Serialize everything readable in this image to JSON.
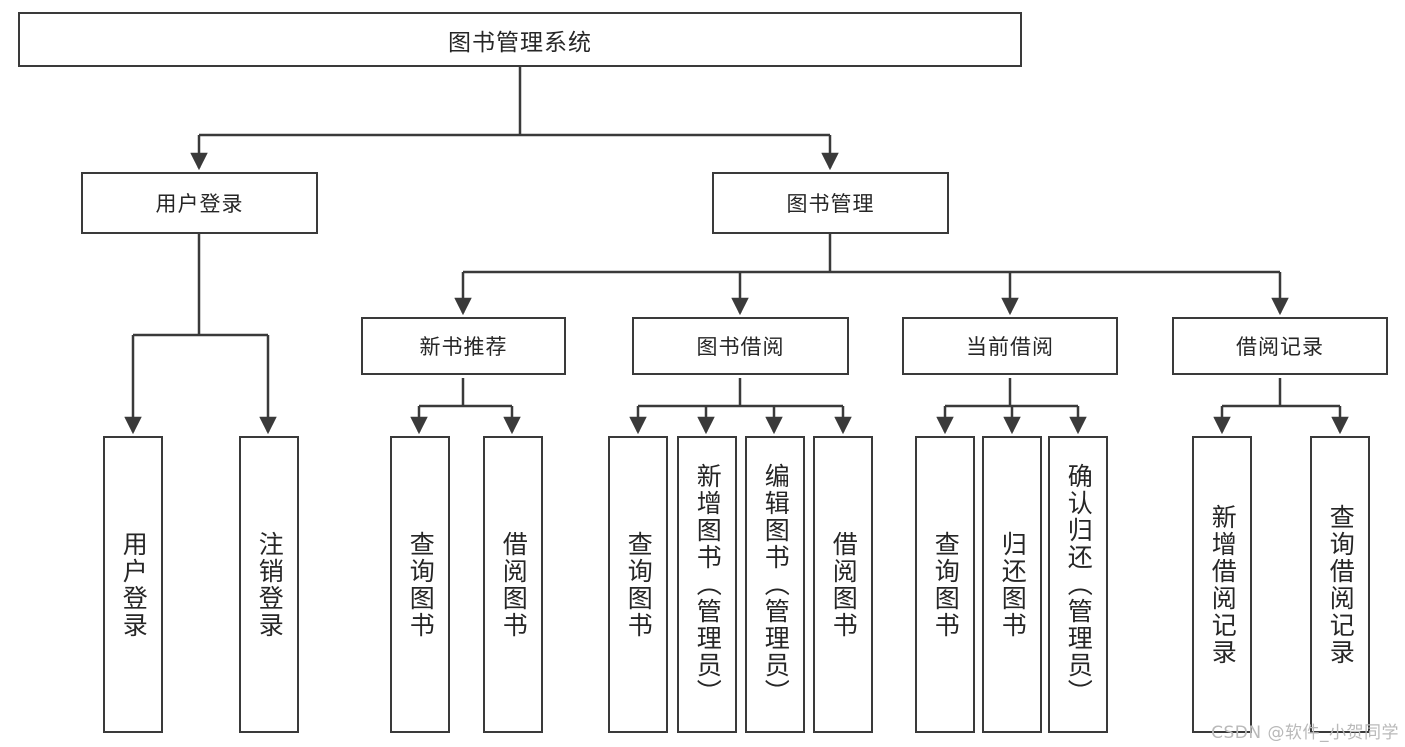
{
  "diagram": {
    "title": "图书管理系统",
    "type": "tree-hierarchy-diagram",
    "colors": {
      "stroke": "#3a3a3a",
      "fill": "#ffffff",
      "text": "#262626",
      "watermark": "#b9b9b9"
    },
    "root": {
      "label": "图书管理系统"
    },
    "level2": [
      {
        "label": "用户登录"
      },
      {
        "label": "图书管理"
      }
    ],
    "level3": [
      {
        "label": "新书推荐"
      },
      {
        "label": "图书借阅"
      },
      {
        "label": "当前借阅"
      },
      {
        "label": "借阅记录"
      }
    ],
    "leaves": {
      "user_login": [
        {
          "label": "用户登录"
        },
        {
          "label": "注销登录"
        }
      ],
      "new_book_recommend": [
        {
          "label": "查询图书"
        },
        {
          "label": "借阅图书"
        }
      ],
      "book_borrow": [
        {
          "label": "查询图书"
        },
        {
          "label": "新增图书（管理员）"
        },
        {
          "label": "编辑图书（管理员）"
        },
        {
          "label": "借阅图书"
        }
      ],
      "current_borrow": [
        {
          "label": "查询图书"
        },
        {
          "label": "归还图书"
        },
        {
          "label": "确认归还（管理员）"
        }
      ],
      "borrow_record": [
        {
          "label": "新增借阅记录"
        },
        {
          "label": "查询借阅记录"
        }
      ]
    }
  },
  "watermark": {
    "text": "CSDN @软件_小贺同学"
  }
}
